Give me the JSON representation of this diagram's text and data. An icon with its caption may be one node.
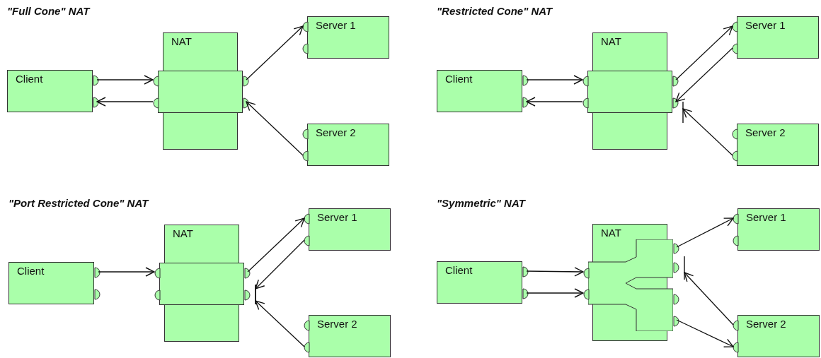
{
  "diagram": {
    "nodes": [
      {
        "text": [
          "Client"
        ]
      },
      {
        "text": [
          "NAT"
        ]
      },
      {
        "text": [],
        "shape": "box",
        "in": 1
      },
      {
        "text": [
          "Server 1"
        ]
      },
      {
        "text": [
          "Server 2"
        ]
      },
      {
        "text": [
          "Client"
        ]
      },
      {
        "text": [
          "NAT"
        ]
      },
      {
        "text": [],
        "shape": "box",
        "in": 6
      },
      {
        "text": [
          "Server 1"
        ]
      },
      {
        "text": [
          "Server 2"
        ]
      },
      {
        "text": [
          "Client"
        ]
      },
      {
        "text": [
          "NAT"
        ]
      },
      {
        "text": [],
        "shape": "box",
        "in": 11
      },
      {
        "text": [
          "Server 1"
        ]
      },
      {
        "text": [
          "Server 2"
        ]
      },
      {
        "text": [
          "Client"
        ]
      },
      {
        "text": [
          "NAT"
        ]
      },
      {
        "text": [],
        "shape": "box",
        "in": 16
      },
      {
        "text": [
          "Server 1"
        ]
      },
      {
        "text": [
          "Server 2"
        ]
      }
    ],
    "edges": [
      {
        "from": 0,
        "to": 2,
        "arrow": "to"
      },
      {
        "from": 2,
        "to": 0,
        "arrow": "to"
      },
      {
        "from": 2,
        "to": 3,
        "arrow": "to"
      },
      {
        "from": 4,
        "to": 2,
        "arrow": "to"
      },
      {
        "from": 5,
        "to": 7,
        "arrow": "to"
      },
      {
        "from": 7,
        "to": 5,
        "arrow": "to"
      },
      {
        "from": 7,
        "to": 8,
        "arrow": "to"
      },
      {
        "from": 8,
        "to": 7,
        "arrow": "to"
      },
      {
        "from": 9,
        "to": 7,
        "arrow": "to"
      },
      {
        "from": 10,
        "to": 12,
        "arrow": "to"
      },
      {
        "from": 12,
        "to": 13,
        "arrow": "to"
      },
      {
        "from": 13,
        "to": 12,
        "arrow": "to"
      },
      {
        "from": 14,
        "to": 12,
        "arrow": "to"
      },
      {
        "from": 15,
        "to": 17,
        "arrow": "to"
      },
      {
        "from": 15,
        "to": 17,
        "arrow": "to"
      },
      {
        "from": 17,
        "to": 18,
        "arrow": "to"
      },
      {
        "from": 17,
        "to": 19,
        "arrow": "to"
      },
      {
        "from": 19,
        "to": 17,
        "arrow": "to"
      }
    ],
    "labels": [
      "\"Full Cone\" NAT",
      "\"Restricted Cone\" NAT",
      "\"Port Restricted Cone\" NAT",
      "\"Symmetric\" NAT"
    ]
  }
}
